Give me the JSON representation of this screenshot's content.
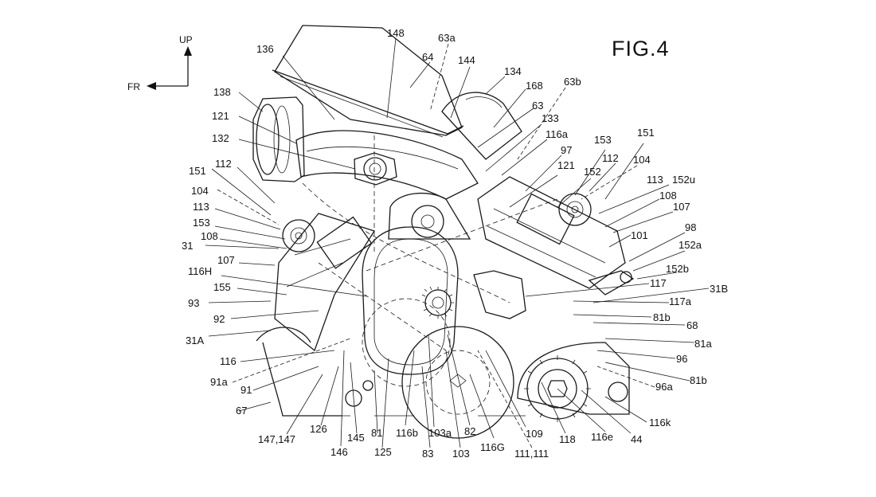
{
  "figure_title": "FIG.4",
  "orientation": {
    "up_label": "UP",
    "front_label": "FR"
  },
  "reference_labels": {
    "l148": "148",
    "l63a": "63a",
    "l136": "136",
    "l64": "64",
    "l144": "144",
    "l134": "134",
    "l168": "168",
    "l63b": "63b",
    "l138": "138",
    "l63": "63",
    "l133": "133",
    "l121a": "121",
    "l116a": "116a",
    "l132": "132",
    "l97": "97",
    "l153a": "153",
    "l151a": "151",
    "l112a": "112",
    "l104a": "104",
    "l121b": "121",
    "l152": "152",
    "l113a": "113",
    "l152u": "152u",
    "l151b": "151",
    "l112b": "112",
    "l108a": "108",
    "l104b": "104",
    "l107a": "107",
    "l113b": "113",
    "l153b": "153",
    "l101": "101",
    "l98": "98",
    "l108b": "108",
    "l152a": "152a",
    "l31": "31",
    "l107b": "107",
    "l152b": "152b",
    "l116H": "116H",
    "l117": "117",
    "l31B": "31B",
    "l155": "155",
    "l117a": "117a",
    "l93": "93",
    "l81b_a": "81b",
    "l92": "92",
    "l68": "68",
    "l31A": "31A",
    "l81a": "81a",
    "l116": "116",
    "l96": "96",
    "l91a": "91a",
    "l81b_b": "81b",
    "l96a": "96a",
    "l91": "91",
    "l67": "67",
    "l116k": "116k",
    "l126": "126",
    "l147": "147,147",
    "l145": "145",
    "l81": "81",
    "l116b": "116b",
    "l103a": "103a",
    "l82": "82",
    "l109": "109",
    "l118": "118",
    "l116e": "116e",
    "l44": "44",
    "l146": "146",
    "l125": "125",
    "l83": "83",
    "l103": "103",
    "l116G": "116G",
    "l111": "111,111"
  }
}
